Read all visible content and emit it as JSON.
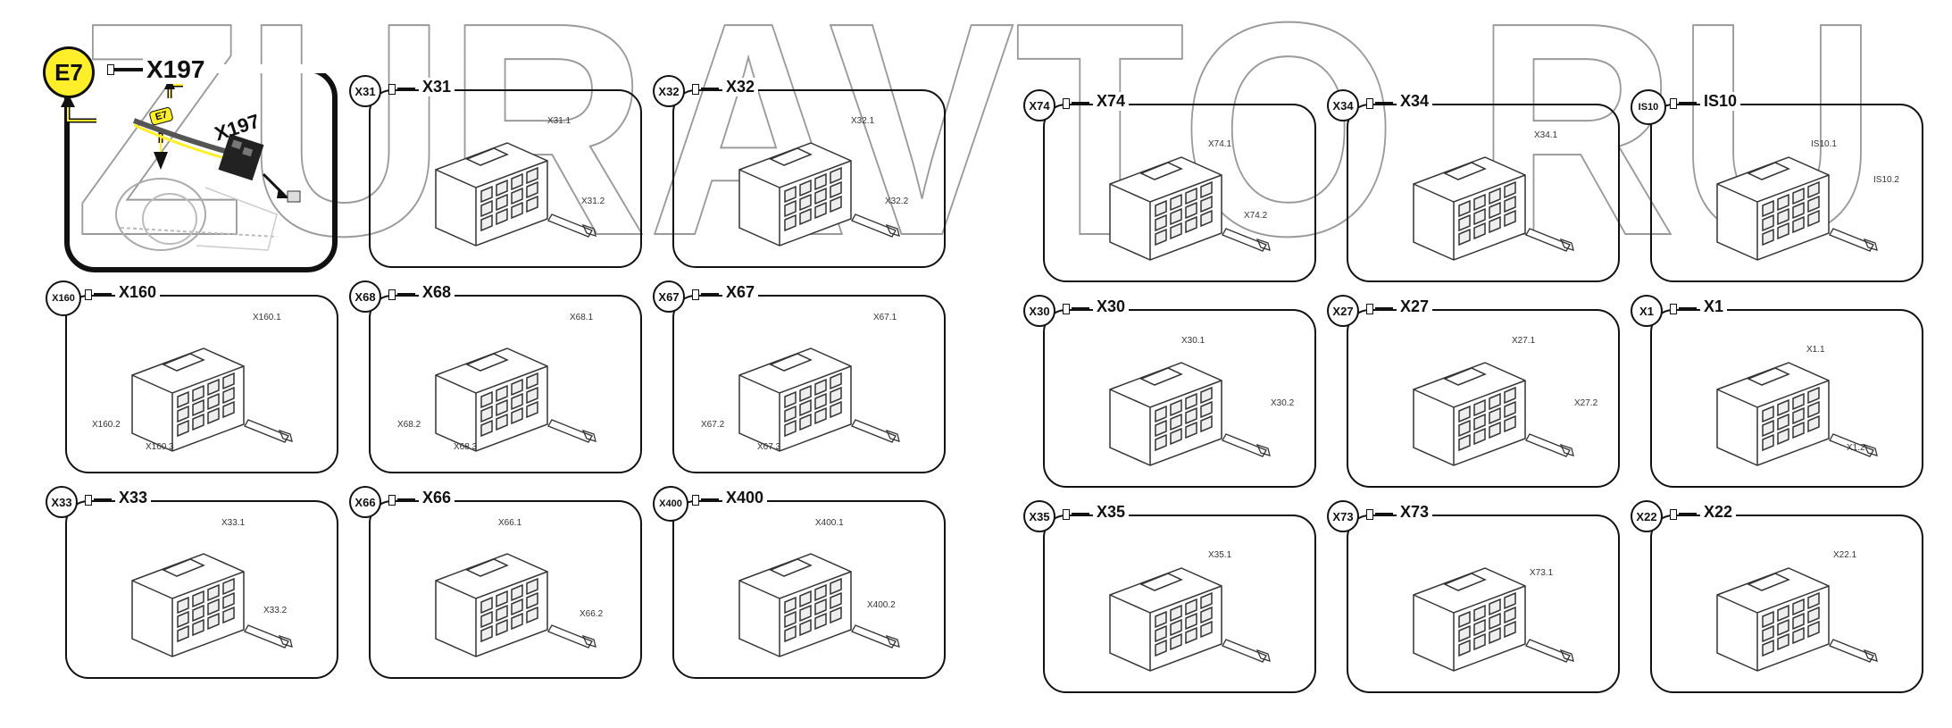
{
  "watermark": "ZURAVTO.RU",
  "colors": {
    "hero_badge": "#ffef2a",
    "line": "#111111"
  },
  "hero": {
    "id": "E7",
    "title": "X197",
    "tag": "E7",
    "label": "X197"
  },
  "panels": [
    {
      "id": "X31",
      "title": "X31",
      "parts": [
        "X31.1",
        "X31.2"
      ]
    },
    {
      "id": "X32",
      "title": "X32",
      "parts": [
        "X32.1",
        "X32.2"
      ]
    },
    {
      "id": "X74",
      "title": "X74",
      "parts": [
        "X74.1",
        "X74.2"
      ]
    },
    {
      "id": "X34",
      "title": "X34",
      "parts": [
        "X34.1"
      ]
    },
    {
      "id": "IS10",
      "title": "IS10",
      "parts": [
        "IS10.1",
        "IS10.2"
      ]
    },
    {
      "id": "X160",
      "title": "X160",
      "parts": [
        "X160.1",
        "X160.2",
        "X160.3"
      ]
    },
    {
      "id": "X68",
      "title": "X68",
      "parts": [
        "X68.1",
        "X68.2",
        "X68.3"
      ]
    },
    {
      "id": "X67",
      "title": "X67",
      "parts": [
        "X67.1",
        "X67.2",
        "X67.3"
      ]
    },
    {
      "id": "X30",
      "title": "X30",
      "parts": [
        "X30.1",
        "X30.2"
      ]
    },
    {
      "id": "X27",
      "title": "X27",
      "parts": [
        "X27.1",
        "X27.2"
      ]
    },
    {
      "id": "X1",
      "title": "X1",
      "parts": [
        "X1.1",
        "X1.2"
      ]
    },
    {
      "id": "X33",
      "title": "X33",
      "parts": [
        "X33.1",
        "X33.2"
      ]
    },
    {
      "id": "X66",
      "title": "X66",
      "parts": [
        "X66.1",
        "X66.2"
      ]
    },
    {
      "id": "X400",
      "title": "X400",
      "parts": [
        "X400.1",
        "X400.2"
      ]
    },
    {
      "id": "X35",
      "title": "X35",
      "parts": [
        "X35.1"
      ]
    },
    {
      "id": "X73",
      "title": "X73",
      "parts": [
        "X73.1"
      ]
    },
    {
      "id": "X22",
      "title": "X22",
      "parts": [
        "X22.1"
      ]
    }
  ]
}
